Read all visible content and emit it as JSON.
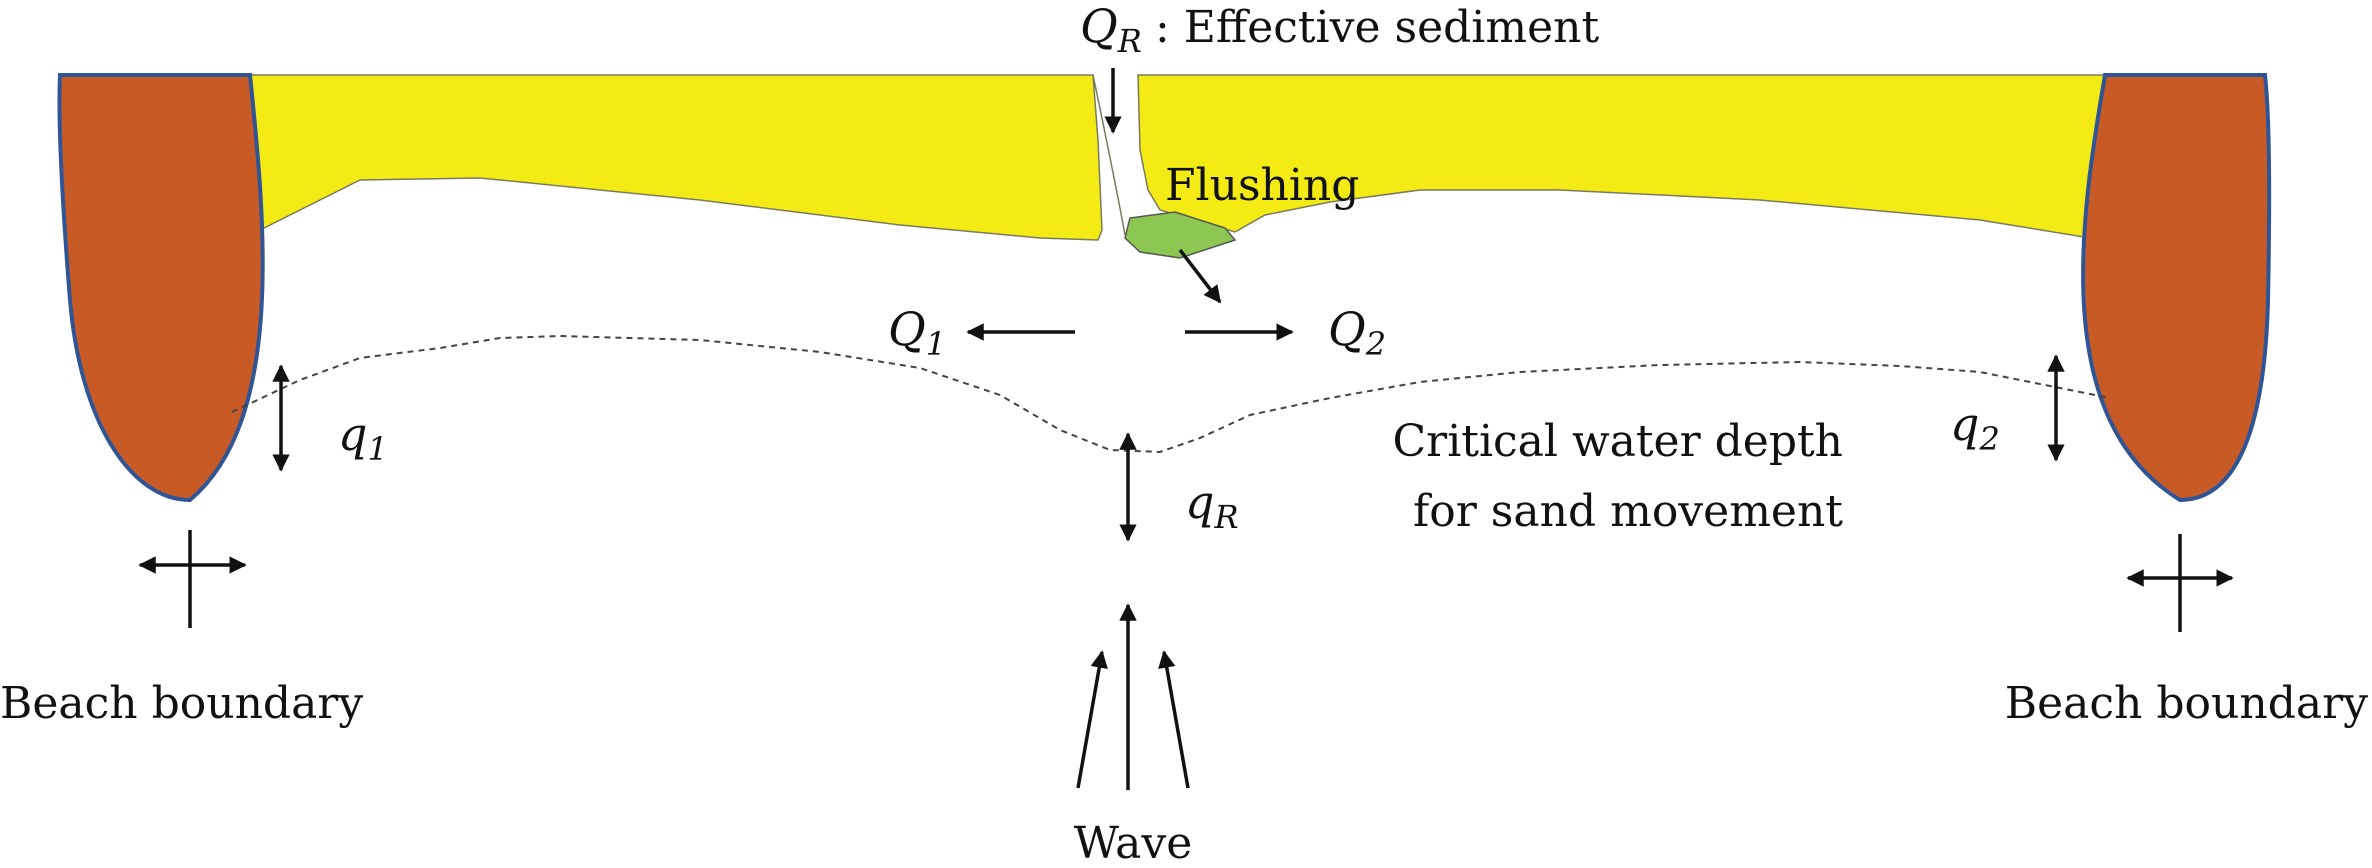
{
  "colors": {
    "sand": "#F5EB14",
    "headland": "#C85A25",
    "headland_edge": "#2F5597",
    "flushing": "#8CC751",
    "ink": "#111111"
  },
  "labels": {
    "qr_symbol": "Q",
    "qr_sub": "R",
    "effective_sediment": ": Effective sediment",
    "flushing": "Flushing",
    "q1_symbol": "Q",
    "q1_sub": "1",
    "q2_symbol": "Q",
    "q2_sub": "2",
    "small_q1_symbol": "q",
    "small_q1_sub": "1",
    "small_q2_symbol": "q",
    "small_q2_sub": "2",
    "small_qr_symbol": "q",
    "small_qr_sub": "R",
    "critical_line1": "Critical water depth",
    "critical_line2": "for sand movement",
    "beach_boundary_left": "Beach boundary",
    "beach_boundary_right": "Beach boundary",
    "wave": "Wave"
  }
}
